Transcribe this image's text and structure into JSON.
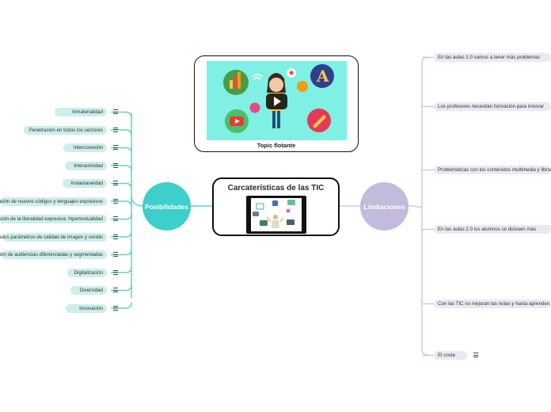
{
  "central_topic": {
    "title": "Carcaterísticas de las TIC",
    "image": "tic-devices-illustration"
  },
  "floating_topic": {
    "title": "Topic flotante",
    "image": "video-thumbnail-teacher-icons",
    "play_icon": "play-icon"
  },
  "left_branch": {
    "label": "Posibilidades",
    "color": "#3ecfca",
    "items": [
      "Inmaterialidad",
      "Penetración en todos los sectores",
      "Interconexión",
      "Interactividad",
      "Instantaneidad",
      "Creación de nuevos códigos y lenguajes expresivos",
      "Ampliación de la literalidad expresiva: hipertextualidad",
      "Elevados parámetros de calidad de imagen y sonido",
      "Potenciación de audiencias diferenciadas y segmentadas",
      "Digitalización",
      "Diversidad",
      "Innovación"
    ]
  },
  "right_branch": {
    "label": "Limitaciones",
    "color": "#c3bbdb",
    "items": [
      "En las aulas 2.0 vamos a tener más problemas",
      "Los profesores necesitan formación para innovar",
      "Problemáticas con los contenidos multimedia y libros",
      "En las aulas 2.0 los alumnos se distraen más",
      "Con las TIC no mejoran las notas y hasta aprenden menos",
      "El coste"
    ]
  },
  "colors": {
    "left_line": "#5fd3cc",
    "right_line": "#cfc8e0",
    "left_pill": "#cdeeea",
    "right_pill": "#ebe8f2",
    "video_bg": "#7ff0e3"
  }
}
